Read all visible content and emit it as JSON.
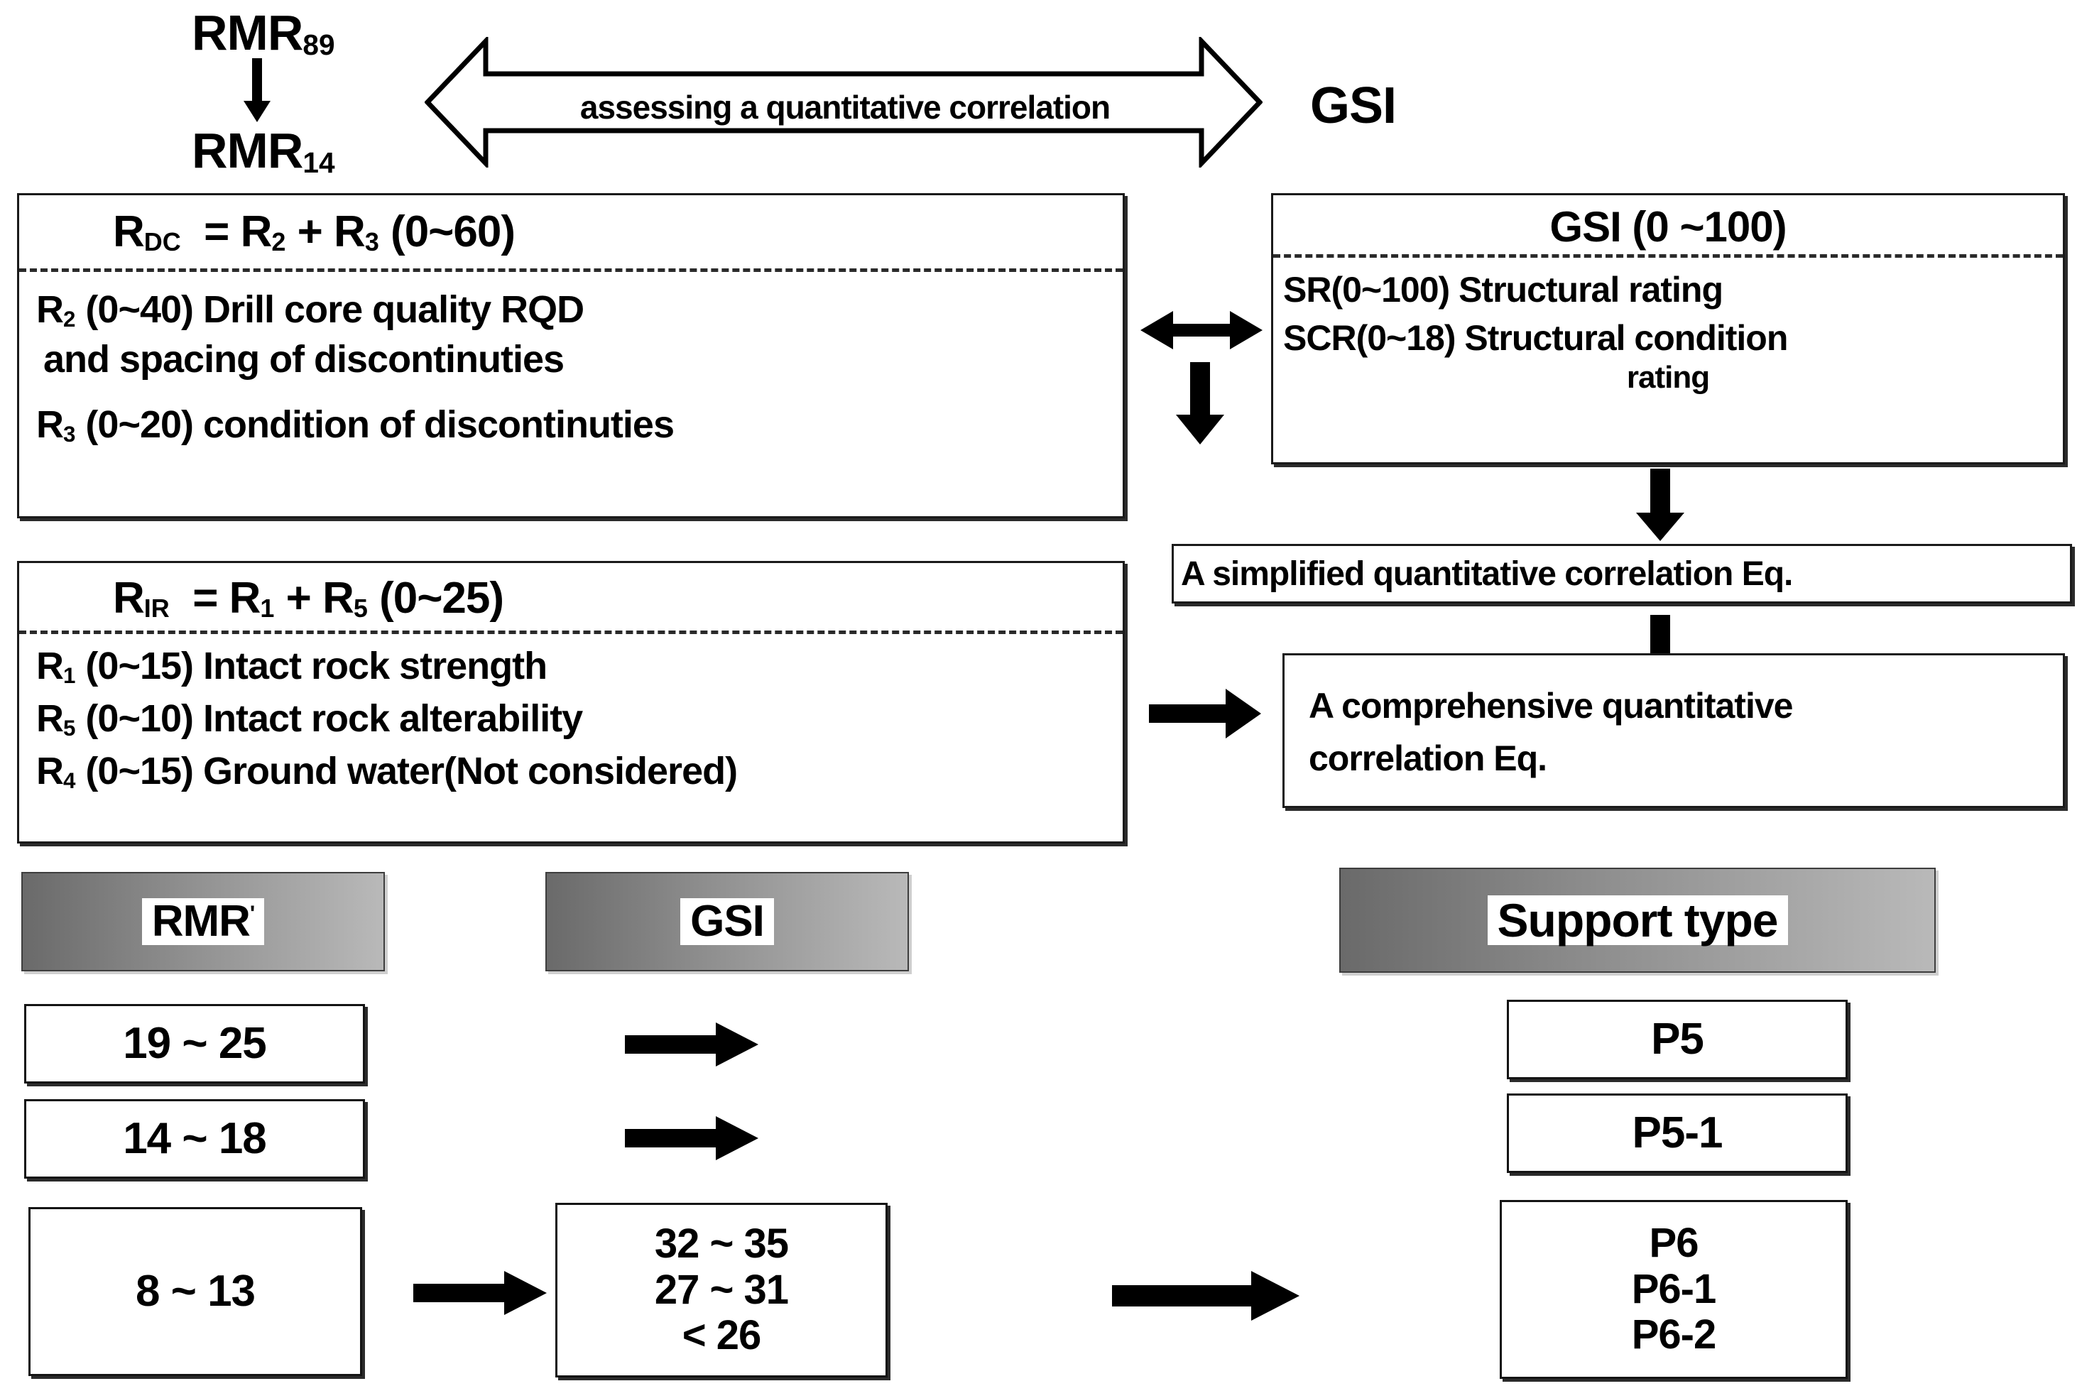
{
  "diagram": {
    "title_note": "RMR-GSI quantitative correlation and support type selection flowchart",
    "top": {
      "rmr89": "RMR",
      "rmr89_sub": "89",
      "rmr14": "RMR",
      "rmr14_sub": "14",
      "bidirectional_arrow_label": "assessing a quantitative correlation",
      "gsi_label": "GSI"
    },
    "rdc_panel": {
      "title_prefix": "R",
      "title_sub": "DC",
      "title_rest": " = R",
      "title_sub2": "2",
      "title_rest2": " + R",
      "title_sub3": "3",
      "title_range": " (0~60)",
      "title_full": "R DC = R 2 + R 3 (0~60)",
      "lines": [
        "R 2 (0~40) Drill core quality RQD",
        " and spacing of discontinuties",
        "R 3 (0~20) condition of discontinuties"
      ],
      "line_parts": [
        {
          "base": "R",
          "sub": "2",
          "text": " (0~40) Drill core quality RQD"
        },
        {
          "base": "",
          "sub": "",
          "text": " and spacing of discontinuties"
        },
        {
          "base": "R",
          "sub": "3",
          "text": " (0~20) condition of discontinuties"
        }
      ]
    },
    "gsi_panel": {
      "title": "GSI (0 ~100)",
      "lines": [
        "SR(0~100)  Structural rating",
        "SCR(0~18) Structural condition",
        "rating"
      ]
    },
    "rir_panel": {
      "title_full": "R IR  = R 1 + R 5 (0~25)",
      "line_parts": [
        {
          "base": "R",
          "sub": "1",
          "text": " (0~15) Intact rock strength"
        },
        {
          "base": "R",
          "sub": "5",
          "text": " (0~10) Intact rock alterability"
        },
        {
          "base": "R",
          "sub": "4",
          "text": " (0~15) Ground water(Not considered)"
        }
      ]
    },
    "simplified_eq_box": "A simplified quantitative correlation Eq.",
    "comprehensive_eq_box": [
      "A comprehensive quantitative",
      "correlation Eq."
    ],
    "bottom": {
      "headers": [
        {
          "label": "RMR",
          "mark": "'"
        },
        {
          "label": "GSI",
          "mark": ""
        },
        {
          "label": "Support type",
          "mark": ""
        }
      ],
      "rows": [
        {
          "rmr": "19 ~ 25",
          "gsi": [],
          "support": [
            "P5"
          ]
        },
        {
          "rmr": "14 ~ 18",
          "gsi": [],
          "support": [
            "P5-1"
          ]
        },
        {
          "rmr": "8 ~ 13",
          "gsi": [
            "32 ~ 35",
            "27 ~ 31",
            "< 26"
          ],
          "support": [
            "P6",
            "P6-1",
            "P6-2"
          ]
        }
      ]
    },
    "colors": {
      "ink": "#000000",
      "box_border": "#141414",
      "shadow": "#2b2b2b",
      "grad_dark": "#6a6a6a",
      "grad_light": "#b9b9b9",
      "chip_bg": "#ffffff"
    }
  }
}
